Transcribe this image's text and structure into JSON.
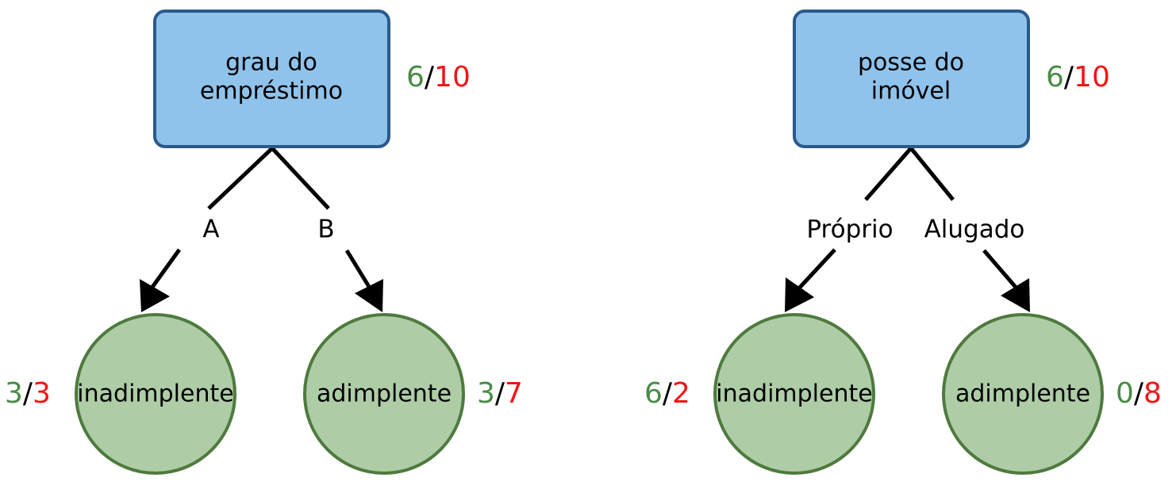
{
  "diagram": {
    "type": "decision-tree-pair",
    "background_color": "#ffffff",
    "colors": {
      "box_fill": "#8fc3ec",
      "box_stroke": "#2a5a8c",
      "circle_fill": "#aecda7",
      "circle_stroke": "#4f7a3f",
      "edge": "#000000",
      "count_positive": "#4a8b45",
      "count_separator": "#000000",
      "count_negative": "#f01515"
    },
    "trees": [
      {
        "id": "tree-emprestimo",
        "root": {
          "label_line1": "grau do",
          "label_line2": "empréstimo",
          "count_positive": "6",
          "count_separator": "/",
          "count_negative": "10",
          "count_side": "right"
        },
        "branches": [
          {
            "edge_label": "A",
            "leaf_label": "inadimplente",
            "count_positive": "3",
            "count_separator": "/",
            "count_negative": "3",
            "count_side": "left"
          },
          {
            "edge_label": "B",
            "leaf_label": "adimplente",
            "count_positive": "3",
            "count_separator": "/",
            "count_negative": "7",
            "count_side": "right"
          }
        ]
      },
      {
        "id": "tree-imovel",
        "root": {
          "label_line1": "posse do",
          "label_line2": "imóvel",
          "count_positive": "6",
          "count_separator": "/",
          "count_negative": "10",
          "count_side": "right"
        },
        "branches": [
          {
            "edge_label": "Próprio",
            "leaf_label": "inadimplente",
            "count_positive": "6",
            "count_separator": "/",
            "count_negative": "2",
            "count_side": "left"
          },
          {
            "edge_label": "Alugado",
            "leaf_label": "adimplente",
            "count_positive": "0",
            "count_separator": "/",
            "count_negative": "8",
            "count_side": "right"
          }
        ]
      }
    ]
  }
}
